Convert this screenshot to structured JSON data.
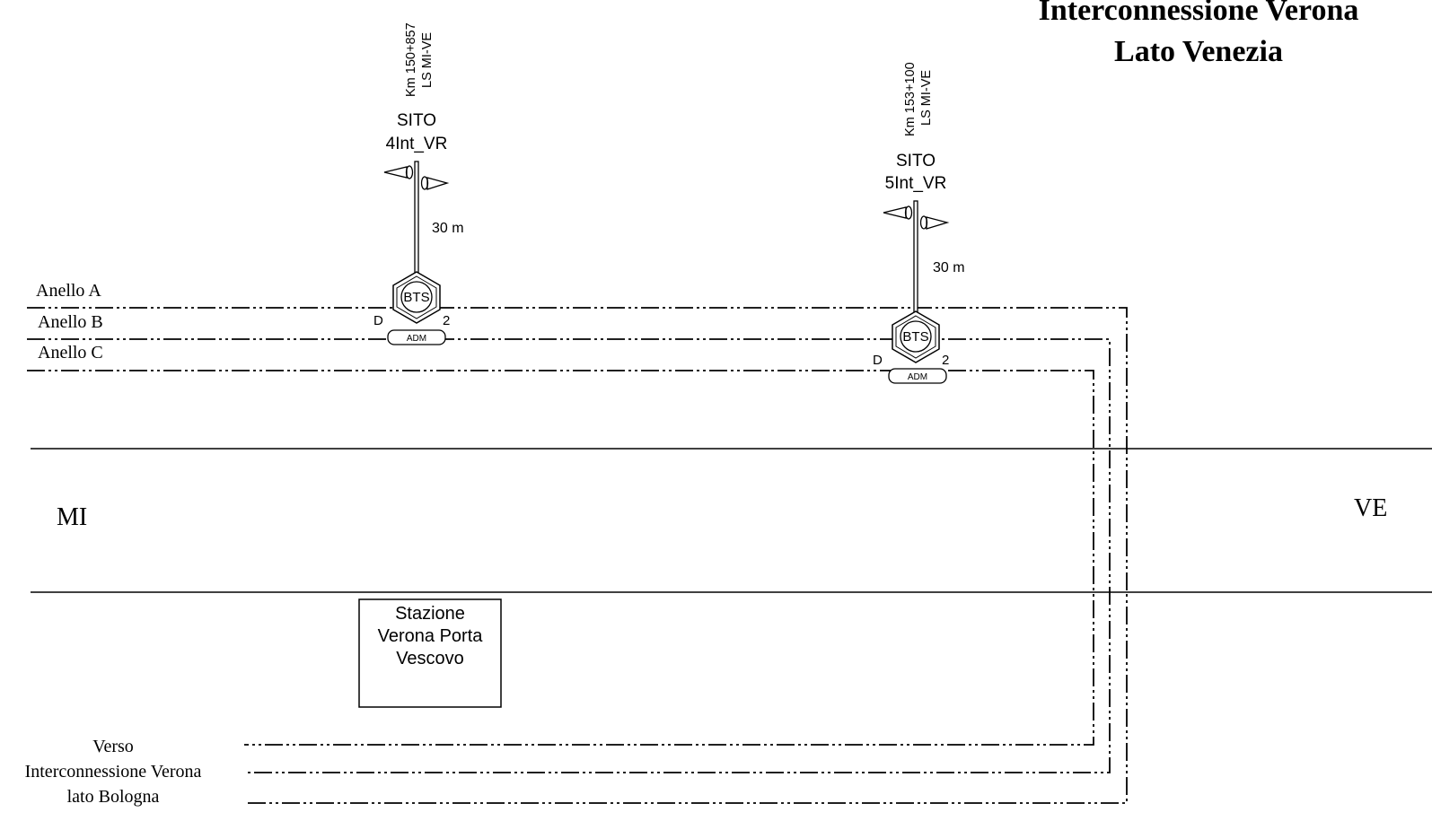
{
  "title": {
    "line1": "Interconnessione Verona",
    "line2": "Lato Venezia"
  },
  "rings": {
    "a": "Anello A",
    "b": "Anello B",
    "c": "Anello C"
  },
  "directions": {
    "west": "MI",
    "east": "VE"
  },
  "sites": [
    {
      "km_line1": "Km 150+857",
      "km_line2": "LS MI-VE",
      "label_line1": "SITO",
      "label_line2": "4Int_VR",
      "mast_height": "30 m",
      "bts": "BTS",
      "adm": "ADM",
      "port_left": "D",
      "port_right": "2"
    },
    {
      "km_line1": "Km 153+100",
      "km_line2": "LS MI-VE",
      "label_line1": "SITO",
      "label_line2": "5Int_VR",
      "mast_height": "30 m",
      "bts": "BTS",
      "adm": "ADM",
      "port_left": "D",
      "port_right": "2"
    }
  ],
  "station": {
    "line1": "Stazione",
    "line2": "Verona Porta",
    "line3": "Vescovo"
  },
  "verso": {
    "line1": "Verso",
    "line2": "Interconnessione Verona",
    "line3": "lato Bologna"
  },
  "icons": {
    "antenna": "sector-antenna-icon",
    "bts": "bts-hexagon-icon",
    "adm": "adm-multiplexer-icon"
  }
}
